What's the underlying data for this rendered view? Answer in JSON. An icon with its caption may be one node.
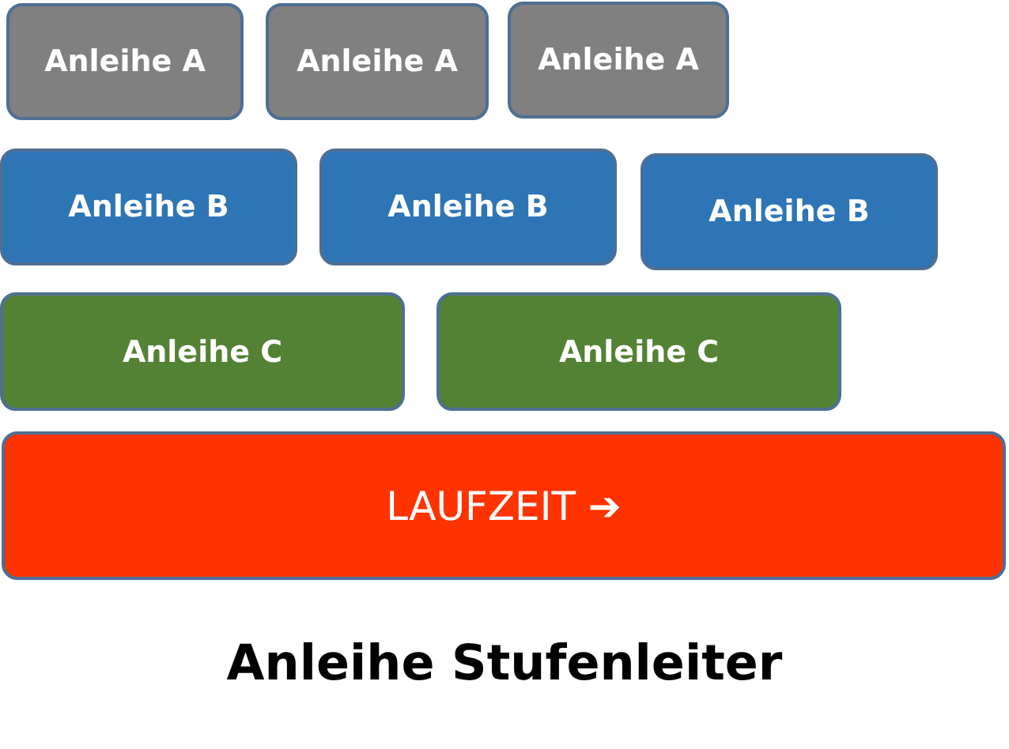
{
  "diagram": {
    "title": "Anleihe Stufenleiter",
    "nodes": [
      {
        "text": [
          "Anleihe A"
        ]
      },
      {
        "text": [
          "Anleihe A"
        ]
      },
      {
        "text": [
          "Anleihe A"
        ]
      },
      {
        "text": [
          "Anleihe B"
        ]
      },
      {
        "text": [
          "Anleihe B"
        ]
      },
      {
        "text": [
          "Anleihe B"
        ]
      },
      {
        "text": [
          "Anleihe C"
        ]
      },
      {
        "text": [
          "Anleihe C"
        ]
      },
      {
        "text": [
          "LAUFZEIT ➔"
        ]
      }
    ]
  }
}
